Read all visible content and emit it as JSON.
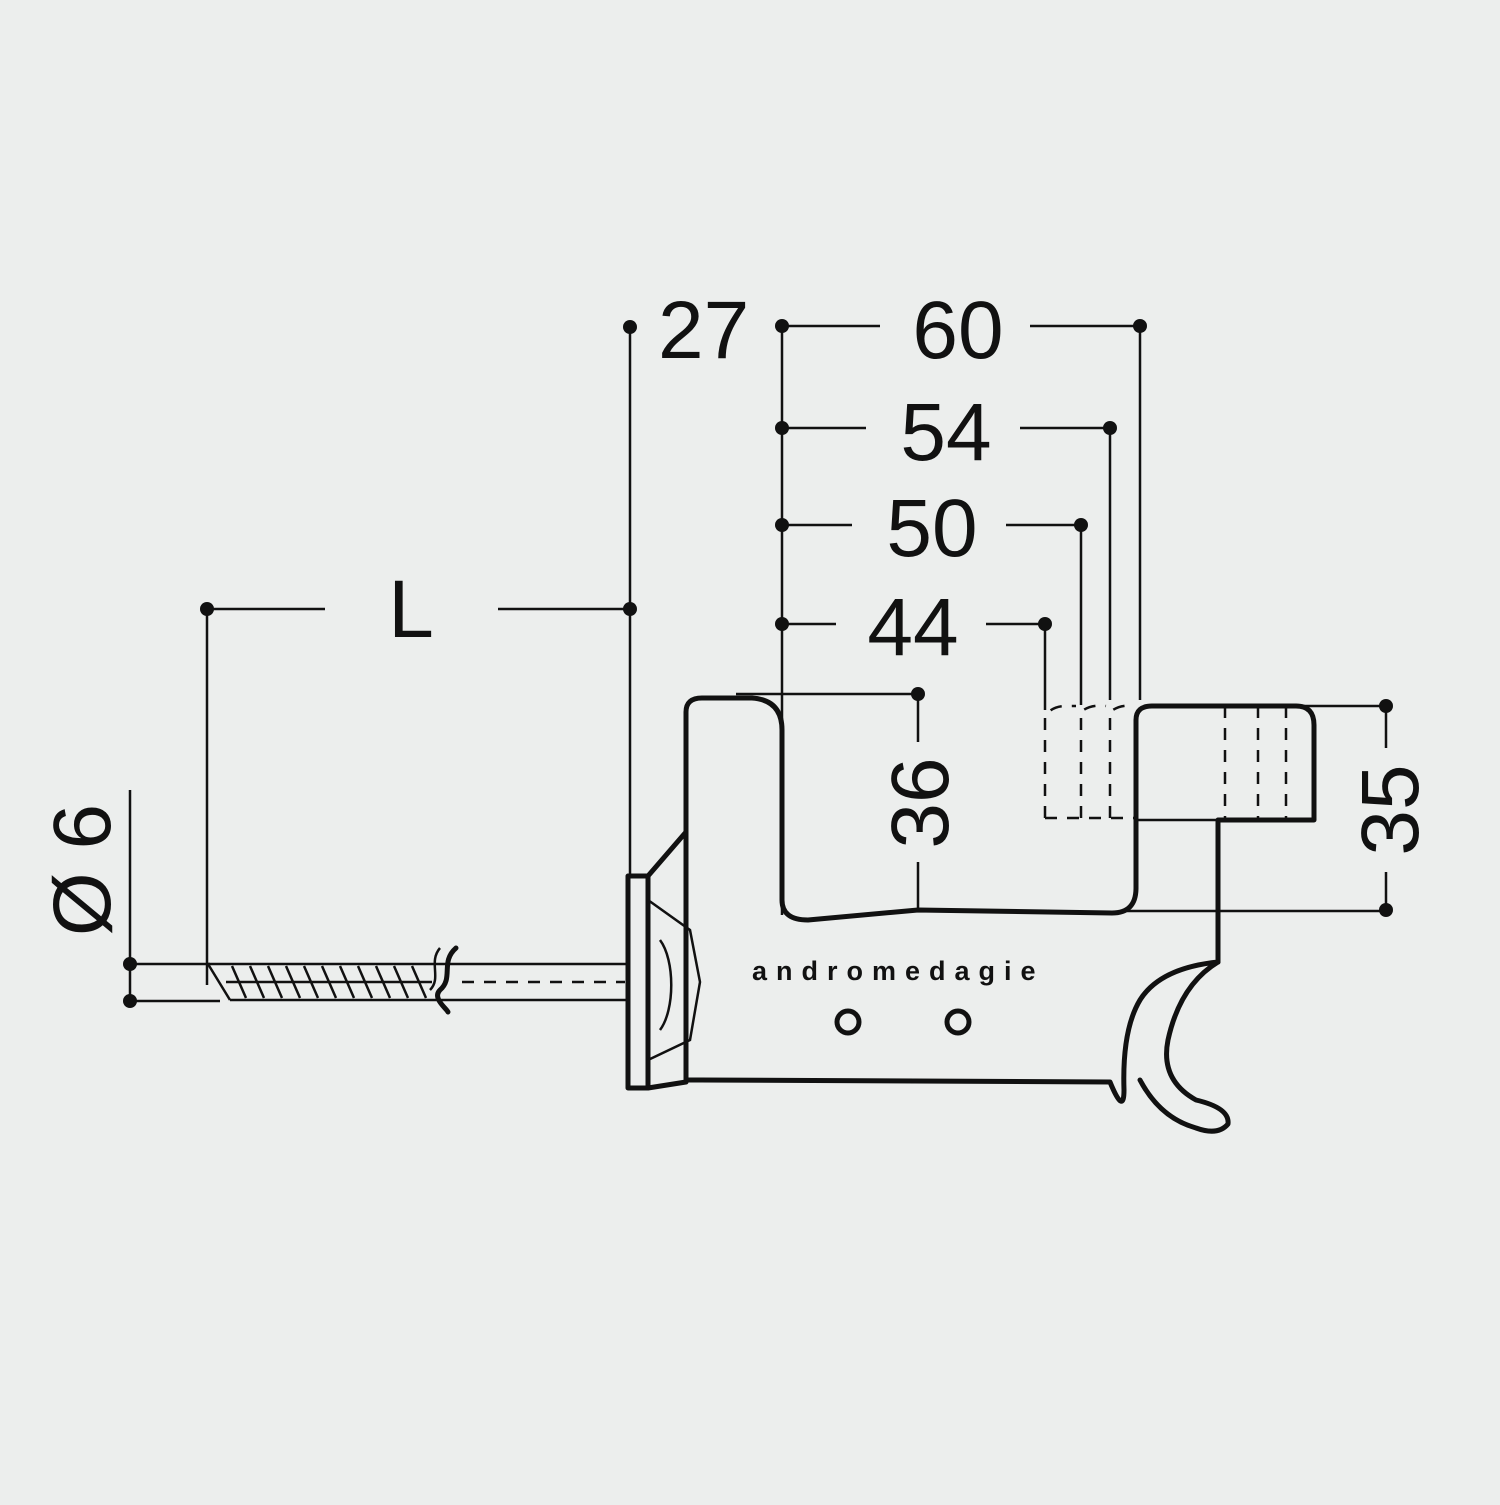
{
  "dimensions": {
    "d27": "27",
    "d60": "60",
    "d54": "54",
    "d50": "50",
    "d44": "44",
    "length": "L",
    "d36": "36",
    "d35": "35",
    "diameter": "Ø 6"
  },
  "watermark": "andromedagie",
  "colors": {
    "background": "#eceeed",
    "line": "#111111"
  }
}
